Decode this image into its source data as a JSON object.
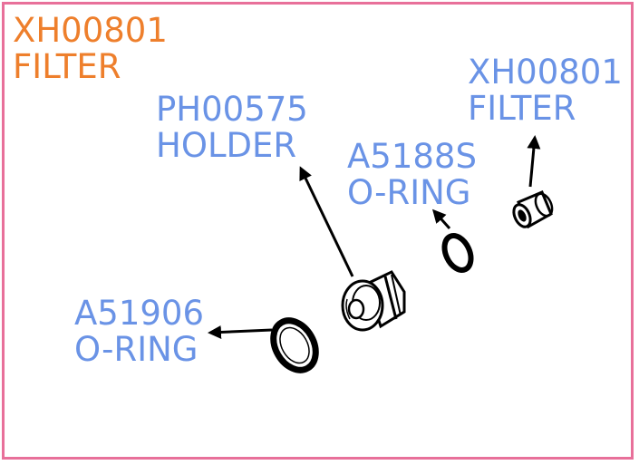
{
  "title": {
    "code": "XH00801",
    "name": "FILTER"
  },
  "parts": [
    {
      "code": "PH00575",
      "name": "HOLDER"
    },
    {
      "code": "A5188S",
      "name": "O-RING"
    },
    {
      "code": "XH00801",
      "name": "FILTER"
    },
    {
      "code": "A51906",
      "name": "O-RING"
    }
  ],
  "colors": {
    "title": "#ee7f2c",
    "part_label": "#6a93e6",
    "border": "#e8709a",
    "line": "#000000"
  }
}
